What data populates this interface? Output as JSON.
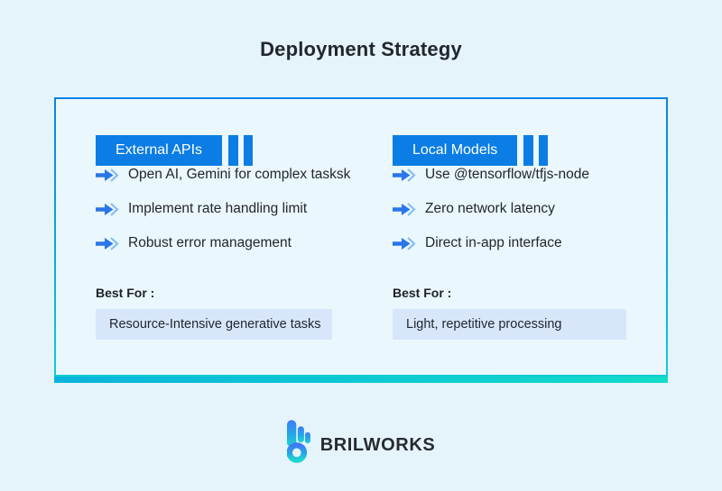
{
  "page": {
    "title": "Deployment Strategy"
  },
  "columns": [
    {
      "header": "External APIs",
      "items": [
        "Open AI, Gemini for complex tasksk",
        "Implement rate handling limit",
        "Robust error management"
      ],
      "best_for_label": "Best For :",
      "best_for": "Resource-Intensive generative tasks"
    },
    {
      "header": "Local Models",
      "items": [
        "Use @tensorflow/tfjs-node",
        "Zero network latency",
        "Direct in-app interface"
      ],
      "best_for_label": "Best For :",
      "best_for": "Light, repetitive processing"
    }
  ],
  "footer": {
    "brand": "BRILWORKS"
  },
  "colors": {
    "background": "#e5f4fb",
    "card_background": "#eaf7fd",
    "header_blue": "#0b7de4",
    "chip_background": "#d8e6fc",
    "border_gradient_top": "#0a82e8",
    "border_gradient_bottom": "#12ccd4",
    "bottom_bar_gradient_left": "#08b4dc",
    "bottom_bar_gradient_right": "#12dcc8",
    "arrow_blue": "#2b76e8",
    "arrow_chevron_light": "#85bdf5",
    "text_dark": "#22272d",
    "logo_gradient_top": "#3d7bf7",
    "logo_gradient_bottom": "#1ed6ce"
  }
}
